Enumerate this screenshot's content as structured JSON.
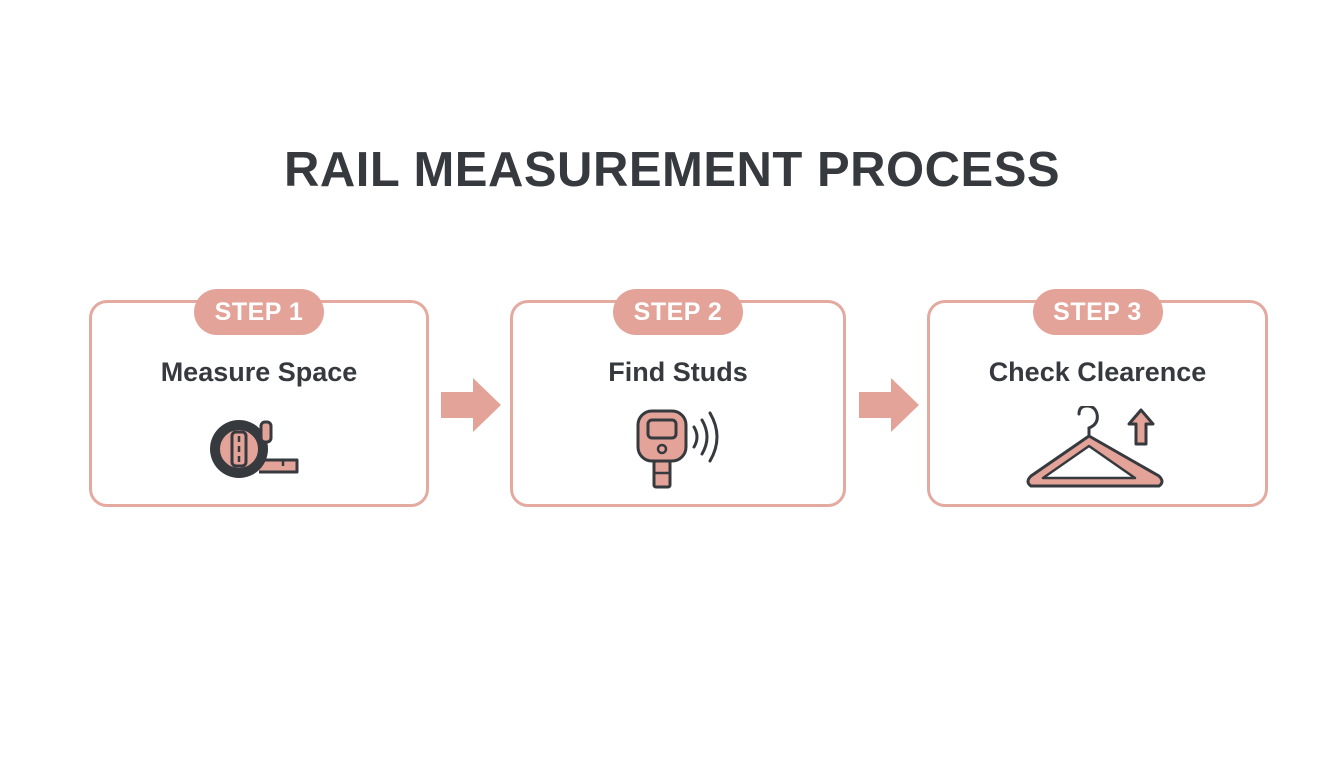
{
  "title": "RAIL MEASUREMENT PROCESS",
  "colors": {
    "accent": "#e3a398",
    "border": "#e4aaa0",
    "text": "#363a3f",
    "background": "#ffffff"
  },
  "steps": [
    {
      "badge": "STEP 1",
      "label": "Measure Space",
      "icon": "tape-measure-icon"
    },
    {
      "badge": "STEP 2",
      "label": "Find Studs",
      "icon": "stud-finder-icon"
    },
    {
      "badge": "STEP 3",
      "label": "Check Clearence",
      "icon": "hanger-clearance-icon"
    }
  ],
  "connectors": [
    "arrow-right-icon",
    "arrow-right-icon"
  ]
}
